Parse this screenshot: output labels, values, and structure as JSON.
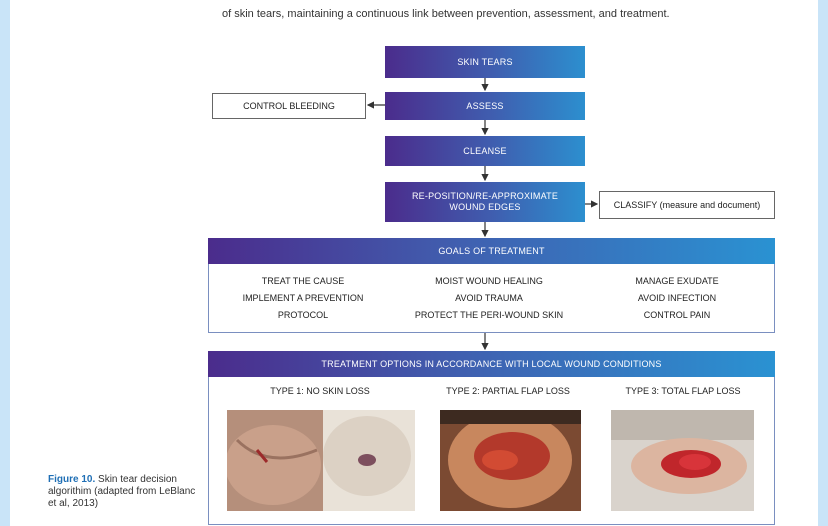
{
  "intro_text": "of skin tears, maintaining a continuous link between prevention, assessment, and treatment.",
  "flow": {
    "skin_tears": "SKIN TEARS",
    "assess": "ASSESS",
    "control_bleeding": "CONTROL BLEEDING",
    "cleanse": "CLEANSE",
    "reposition": "RE-POSITION/RE-APPROXIMATE WOUND EDGES",
    "classify": "CLASSIFY (measure and document)"
  },
  "goals": {
    "header": "GOALS OF TREATMENT",
    "col1": [
      "TREAT THE CAUSE",
      "IMPLEMENT A PREVENTION",
      "PROTOCOL"
    ],
    "col2": [
      "MOIST WOUND HEALING",
      "AVOID TRAUMA",
      "PROTECT THE PERI-WOUND SKIN"
    ],
    "col3": [
      "MANAGE EXUDATE",
      "AVOID INFECTION",
      "CONTROL PAIN"
    ]
  },
  "treatment": {
    "header": "TREATMENT OPTIONS IN ACCORDANCE WITH LOCAL WOUND CONDITIONS",
    "types": [
      "TYPE 1: NO SKIN LOSS",
      "TYPE 2: PARTIAL FLAP LOSS",
      "TYPE 3: TOTAL FLAP LOSS"
    ]
  },
  "caption": {
    "label": "Figure 10.",
    "text": " Skin tear decision algorithim (adapted from LeBlanc et al, 2013)"
  },
  "colors": {
    "gradient_start": "#4b2c8c",
    "gradient_end": "#2c8fcf",
    "caption_accent": "#1f6fb5",
    "background": "#c9e4f8"
  }
}
